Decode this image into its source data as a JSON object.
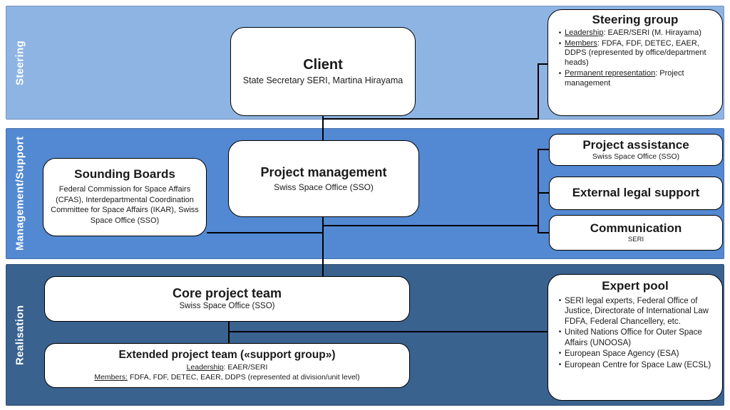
{
  "diagram": {
    "bands": [
      {
        "id": "steering",
        "label": "Steering",
        "color": "#8EB4E3"
      },
      {
        "id": "management",
        "label": "Management/Support",
        "color": "#5389D2"
      },
      {
        "id": "realisation",
        "label": "Realisation",
        "color": "#3A628F"
      }
    ],
    "line_color": "#000000",
    "boxes": {
      "client": {
        "title": "Client",
        "subtitle": "State Secretary SERI, Martina Hirayama"
      },
      "steering_group": {
        "title": "Steering group",
        "bullets": [
          {
            "lead": "Leadership",
            "rest": ": EAER/SERI (M. Hirayama)"
          },
          {
            "lead": "Members",
            "rest": ": FDFA, FDF, DETEC, EAER, DDPS (represented by office/department heads)"
          },
          {
            "lead": "Permanent representation",
            "rest": ": Project management"
          }
        ]
      },
      "sounding_boards": {
        "title": "Sounding Boards",
        "subtitle": "Federal Commission for Space Affairs (CFAS), Interdepartmental Coordination Committee for Space Affairs (IKAR), Swiss Space Office (SSO)"
      },
      "project_management": {
        "title": "Project management",
        "subtitle": "Swiss Space Office (SSO)"
      },
      "project_assistance": {
        "title": "Project assistance",
        "subtitle": "Swiss Space Office (SSO)"
      },
      "external_legal_support": {
        "title": "External legal support"
      },
      "communication": {
        "title": "Communication",
        "subtitle": "SERI"
      },
      "core_project_team": {
        "title": "Core project team",
        "subtitle": "Swiss Space Office (SSO)"
      },
      "extended_project_team": {
        "title": "Extended project team («support group»)",
        "lines": [
          {
            "lead": "Leadership",
            "rest": ": EAER/SERI"
          },
          {
            "lead": "Members:",
            "rest": " FDFA, FDF, DETEC, EAER, DDPS (represented at division/unit level)"
          }
        ]
      },
      "expert_pool": {
        "title": "Expert pool",
        "bullets": [
          {
            "text": "SERI legal experts, Federal Office of Justice, Directorate of International Law FDFA, Federal Chancellery, etc."
          },
          {
            "text": "United Nations Office for Outer Space Affairs (UNOOSA)"
          },
          {
            "text": "European Space Agency (ESA)"
          },
          {
            "text": "European Centre for Space Law (ECSL)"
          }
        ]
      }
    }
  }
}
